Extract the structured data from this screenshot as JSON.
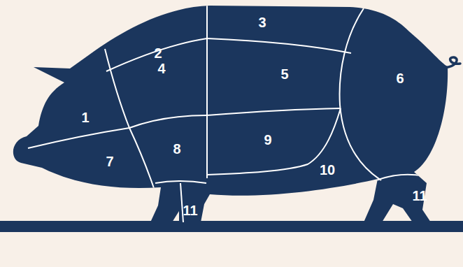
{
  "diagram": {
    "labels": [
      "3",
      "2",
      "4",
      "5",
      "6",
      "1",
      "9",
      "8",
      "7",
      "10",
      "11",
      "11"
    ]
  }
}
